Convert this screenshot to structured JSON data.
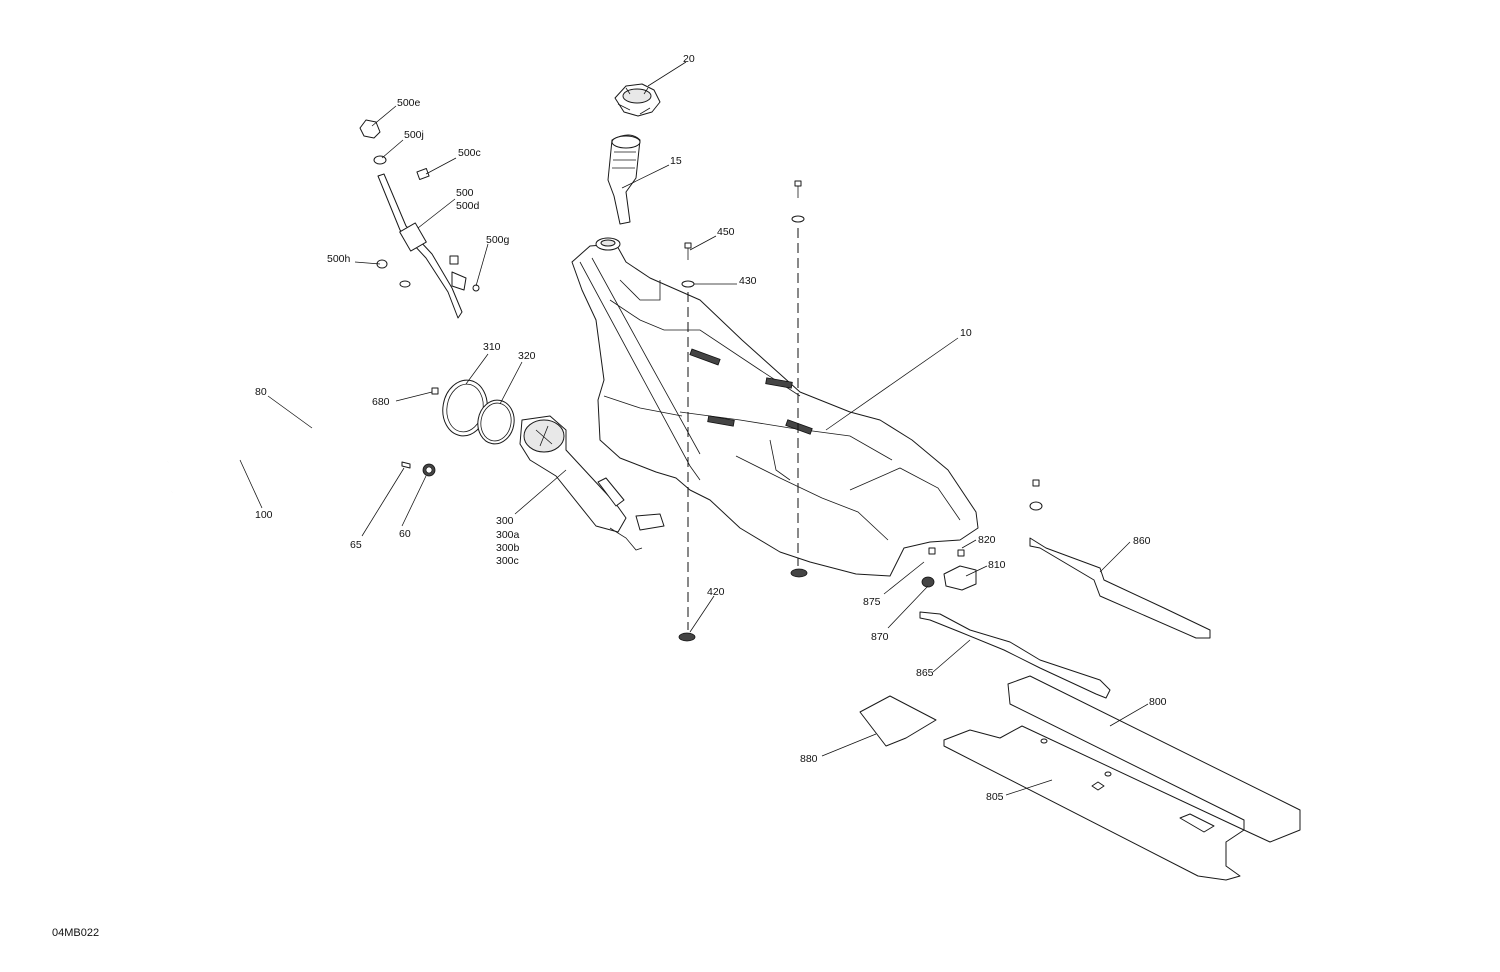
{
  "callouts": {
    "c20": "20",
    "c15": "15",
    "c500e": "500e",
    "c500j": "500j",
    "c500c": "500c",
    "c500": "500",
    "c500d": "500d",
    "c500h": "500h",
    "c500g": "500g",
    "c450": "450",
    "c430": "430",
    "c10": "10",
    "c310": "310",
    "c320": "320",
    "c680": "680",
    "c80": "80",
    "c100": "100",
    "c65": "65",
    "c60": "60",
    "c300": "300",
    "c300a": "300a",
    "c300b": "300b",
    "c300c": "300c",
    "c420": "420",
    "c875": "875",
    "c820": "820",
    "c810": "810",
    "c870": "870",
    "c860": "860",
    "c865": "865",
    "c800": "800",
    "c880": "880",
    "c805": "805"
  },
  "figure_ref": "04MB022"
}
